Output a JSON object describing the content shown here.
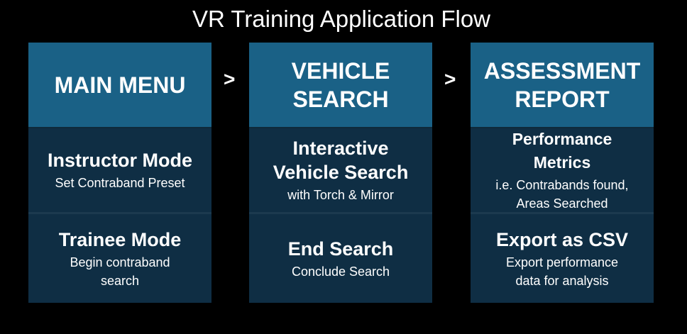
{
  "title": "VR Training Application Flow",
  "separator": ">",
  "columns": [
    {
      "header": "MAIN MENU",
      "items": [
        {
          "title": "Instructor Mode",
          "subtitle": "Set Contraband Preset"
        },
        {
          "title": "Trainee Mode",
          "subtitle": "Begin contraband\nsearch"
        }
      ]
    },
    {
      "header": "VEHICLE\nSEARCH",
      "items": [
        {
          "title": "Interactive\nVehicle Search",
          "subtitle": "with Torch & Mirror"
        },
        {
          "title": "End Search",
          "subtitle": "Conclude Search"
        }
      ]
    },
    {
      "header": "ASSESSMENT\nREPORT",
      "items": [
        {
          "title": "Performance\nMetrics",
          "subtitle": "i.e. Contrabands found,\nAreas Searched"
        },
        {
          "title": "Export as CSV",
          "subtitle": "Export performance\ndata for analysis"
        }
      ]
    }
  ],
  "colors": {
    "background": "#000000",
    "header": "#1a6186",
    "cell": "#0f2e44",
    "text": "#ffffff"
  }
}
